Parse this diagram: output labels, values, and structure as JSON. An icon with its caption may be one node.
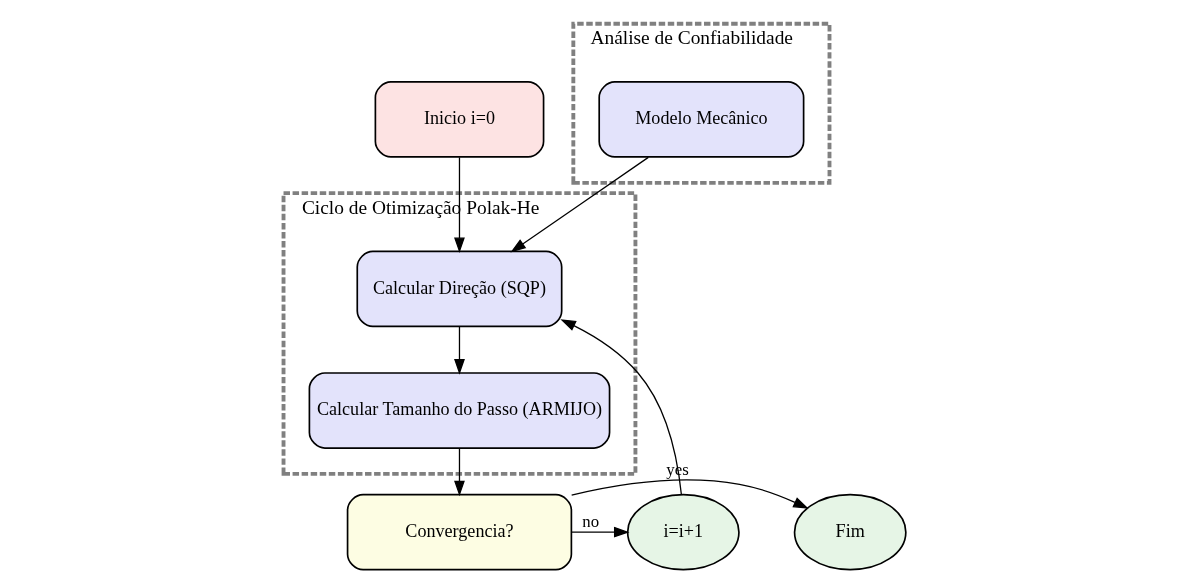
{
  "diagram": {
    "nodes": [
      {
        "text": [
          "Inicio i=0"
        ]
      },
      {
        "text": [
          "Análise de Confiabilidade"
        ]
      },
      {
        "text": [
          "Modelo Mecânico"
        ],
        "in": 1
      },
      {
        "text": [
          "Ciclo de Otimização Polak-He"
        ]
      },
      {
        "text": [
          "Calcular Direção (SQP)"
        ],
        "in": 3
      },
      {
        "text": [
          "Calcular Tamanho do Passo (ARMIJO)"
        ],
        "in": 3
      },
      {
        "text": [
          "Fim"
        ]
      },
      {
        "text": [
          "Convergencia?"
        ]
      },
      {
        "text": [
          "i=i+1"
        ]
      }
    ],
    "edges": [
      {
        "from": 0,
        "to": 4,
        "arrow": "to"
      },
      {
        "from": 2,
        "to": 4,
        "arrow": "to"
      },
      {
        "from": 4,
        "to": 5,
        "arrow": "to"
      },
      {
        "from": 5,
        "to": 7,
        "arrow": "to"
      },
      {
        "from": 7,
        "to": 6,
        "arrow": "to",
        "label": "yes"
      },
      {
        "from": 7,
        "to": 8,
        "arrow": "to",
        "label": "no"
      },
      {
        "from": 8,
        "to": 4,
        "arrow": "to"
      }
    ]
  }
}
